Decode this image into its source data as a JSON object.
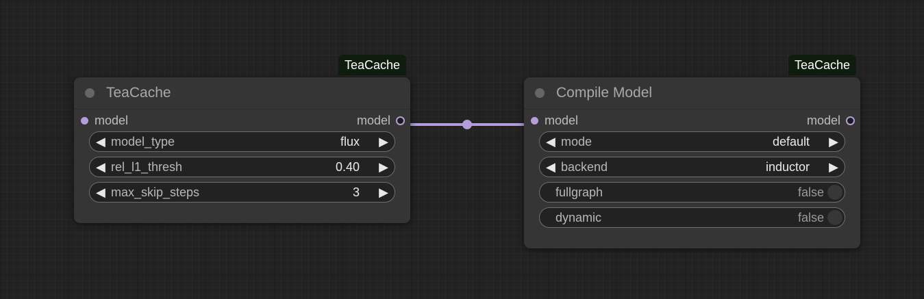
{
  "nodes": [
    {
      "badge": "TeaCache",
      "title": "TeaCache",
      "input": "model",
      "output": "model",
      "widgets": [
        {
          "label": "model_type",
          "value": "flux"
        },
        {
          "label": "rel_l1_thresh",
          "value": "0.40"
        },
        {
          "label": "max_skip_steps",
          "value": "3"
        }
      ]
    },
    {
      "badge": "TeaCache",
      "title": "Compile Model",
      "input": "model",
      "output": "model",
      "widgets": [
        {
          "label": "mode",
          "value": "default"
        },
        {
          "label": "backend",
          "value": "inductor"
        }
      ],
      "toggles": [
        {
          "label": "fullgraph",
          "value": "false"
        },
        {
          "label": "dynamic",
          "value": "false"
        }
      ]
    }
  ],
  "link_color": "#b39ddb",
  "icons": {
    "left": "triangle-left-icon",
    "right": "triangle-right-icon"
  }
}
